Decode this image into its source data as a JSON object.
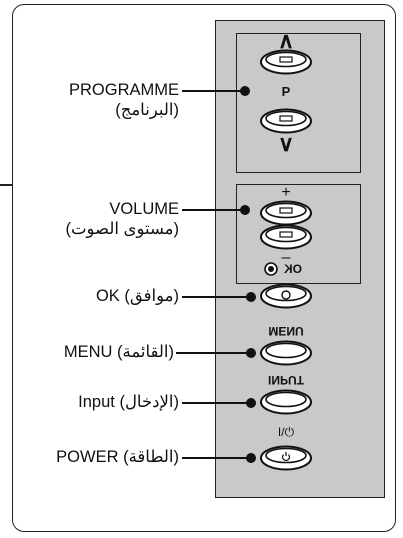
{
  "controls": {
    "programme": {
      "label": "PROGRAMME",
      "sub": "(البرنامج)",
      "up_symbol": "∧",
      "mid_symbol": "P",
      "down_symbol": "∨"
    },
    "volume": {
      "label": "VOLUME",
      "sub": "(مستوى الصوت)",
      "plus_symbol": "+",
      "minus_symbol": "–"
    },
    "ok": {
      "label": "OK (موافق)",
      "cap": "OK"
    },
    "menu": {
      "label": "MENU (القائمة)",
      "cap": "MENU"
    },
    "input": {
      "label": "Input (الإدخال)",
      "cap": "INPUT"
    },
    "power": {
      "label": "POWER (الطاقة)",
      "cap": "I/⏻"
    }
  },
  "colors": {
    "panel": "#c9c9c9",
    "line": "#111111"
  }
}
